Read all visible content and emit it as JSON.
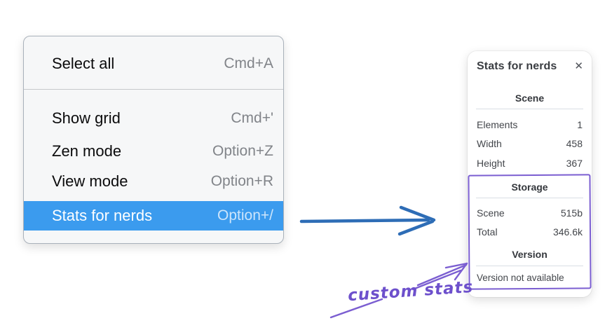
{
  "menu": {
    "items": [
      {
        "label": "Select all",
        "shortcut": "Cmd+A",
        "highlighted": false
      },
      {
        "label": "Show grid",
        "shortcut": "Cmd+'",
        "highlighted": false
      },
      {
        "label": "Zen mode",
        "shortcut": "Option+Z",
        "highlighted": false
      },
      {
        "label": "View mode",
        "shortcut": "Option+R",
        "highlighted": false
      },
      {
        "label": "Stats for nerds",
        "shortcut": "Option+/",
        "highlighted": true
      }
    ]
  },
  "panel": {
    "title": "Stats for nerds",
    "close_glyph": "✕",
    "scene": {
      "heading": "Scene",
      "rows": [
        {
          "label": "Elements",
          "value": "1"
        },
        {
          "label": "Width",
          "value": "458"
        },
        {
          "label": "Height",
          "value": "367"
        }
      ]
    },
    "storage": {
      "heading": "Storage",
      "rows": [
        {
          "label": "Scene",
          "value": "515b"
        },
        {
          "label": "Total",
          "value": "346.6k"
        }
      ]
    },
    "version": {
      "heading": "Version",
      "note": "Version not available"
    }
  },
  "annotation": {
    "label": "custom stats"
  },
  "colors": {
    "menu_highlight": "#3b9bee",
    "menu_background": "#f6f7f8",
    "flow_arrow_blue": "#2e6db6",
    "annotation_purple": "#7b5ed1"
  }
}
